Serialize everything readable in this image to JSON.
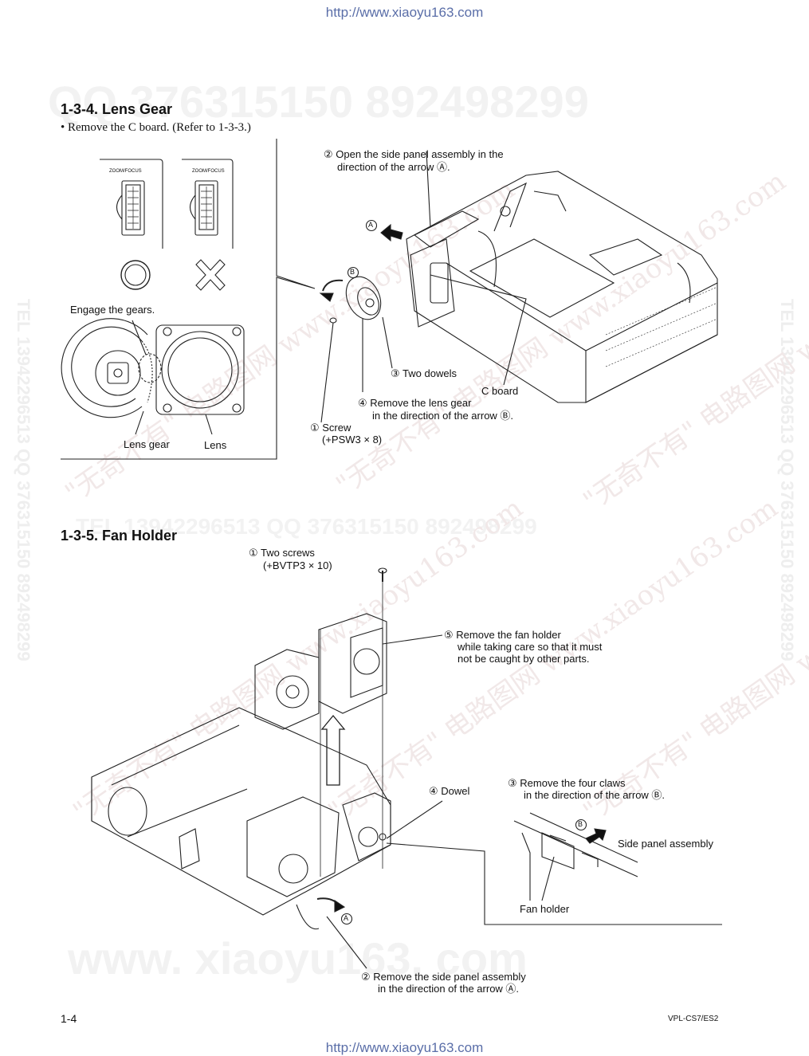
{
  "urls": {
    "top": "http://www.xiaoyu163.com",
    "bottom": "http://www.xiaoyu163.com"
  },
  "watermarks": {
    "qq_top": "QQ 376315150   892498299",
    "qq_mid": "TEL 13942296513   QQ 376315150   892498299",
    "site_bottom": "www. xiaoyu163. com",
    "side_left": "TEL 13942296513  QQ 376315150  892498299",
    "side_right": "TEL 13942296513  QQ 376315150  892498299",
    "diag": "\"无奇不有\" 电路图网  www.xiaoyu163.com"
  },
  "section1": {
    "heading": "1-3-4.   Lens Gear",
    "bullet": "•  Remove the C board. (Refer to 1-3-3.)",
    "zoom_left": "ZOOM/FOCUS",
    "zoom_right": "ZOOM/FOCUS",
    "engage": "Engage the gears.",
    "lens_gear": "Lens gear",
    "lens": "Lens",
    "step2_a": "② Open the side panel assembly in the",
    "step2_b": "direction of the arrow Ⓐ.",
    "mark_a": "A",
    "mark_b": "B",
    "step3": "③ Two dowels",
    "c_board": "C board",
    "step4_a": "④ Remove the lens gear",
    "step4_b": "in the direction of the arrow Ⓑ.",
    "step1_a": "① Screw",
    "step1_b": "(+PSW3 × 8)"
  },
  "section2": {
    "heading": "1-3-5.   Fan Holder",
    "step1_a": "① Two screws",
    "step1_b": "(+BVTP3 × 10)",
    "step5_a": "⑤ Remove the fan holder",
    "step5_b": "while taking care so that it must",
    "step5_c": "not be caught by other parts.",
    "step4": "④ Dowel",
    "step3_a": "③ Remove the four claws",
    "step3_b": "in the direction of the arrow Ⓑ.",
    "mark_b": "B",
    "side_panel": "Side panel assembly",
    "fan_holder": "Fan holder",
    "mark_a": "A",
    "step2_a": "② Remove the side panel assembly",
    "step2_b": "in the direction of the arrow Ⓐ."
  },
  "footer": {
    "page": "1-4",
    "model": "VPL-CS7/ES2"
  }
}
